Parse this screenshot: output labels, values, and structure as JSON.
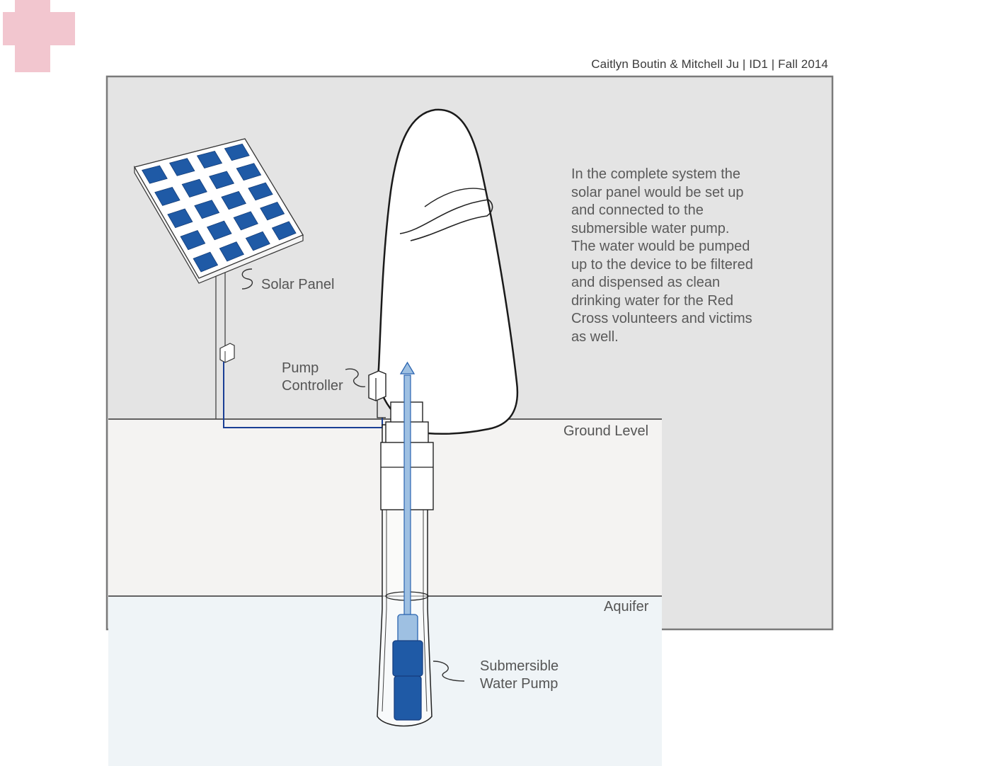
{
  "credit": "Caitlyn Boutin & Mitchell Ju | ID1 | Fall 2014",
  "labels": {
    "solar_panel": "Solar Panel",
    "pump_controller": [
      "Pump",
      "Controller"
    ],
    "ground_level": "Ground Level",
    "aquifer": "Aquifer",
    "submersible_pump": [
      "Submersible",
      "Water Pump"
    ]
  },
  "description": [
    "In the complete system the",
    "solar panel would be set up",
    "and connected to the",
    "submersible water pump.",
    "The water would be pumped",
    "up to the device to be filtered",
    "and dispensed as clean",
    "drinking water for the Red",
    "Cross volunteers and victims",
    "as well."
  ],
  "colors": {
    "logo_cross": "#f2c6cf",
    "panel_background": "#e4e4e4",
    "ground": "#f4f3f2",
    "aquifer": "#eff4f7",
    "solar_cell": "#1f5aa6",
    "wire": "#1a3f95",
    "pipe_water": "#2a64b0",
    "pump_body": "#1f5aa6"
  }
}
